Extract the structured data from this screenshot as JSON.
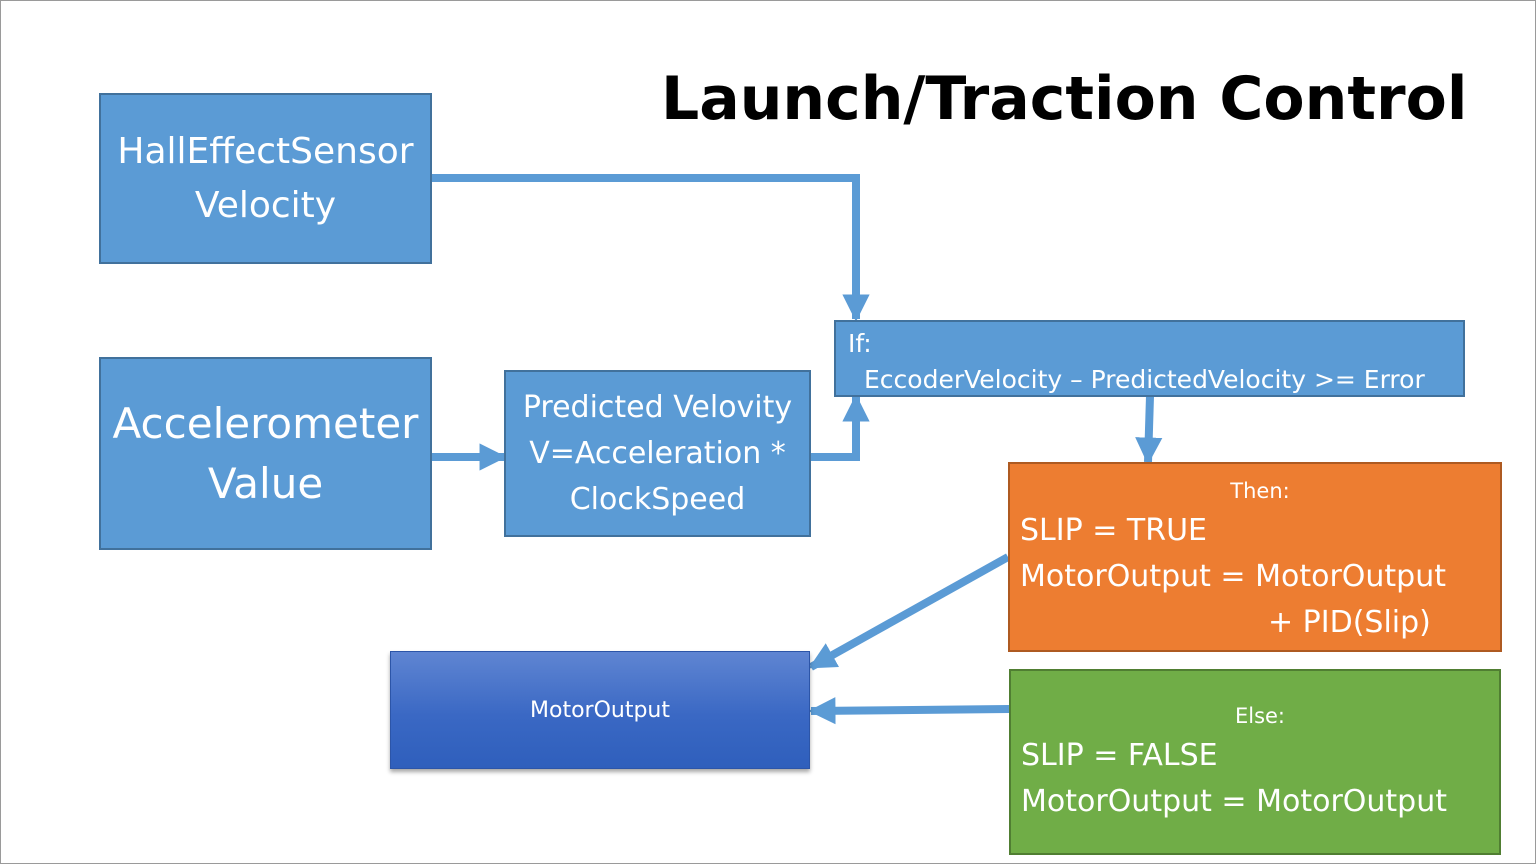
{
  "title": "Launch/Traction Control",
  "colors": {
    "box_blue": "#5b9bd5",
    "then_orange": "#ed7d31",
    "else_green": "#70ad47",
    "motor_blue": "#3a68c4",
    "arrow": "#5b9bd5"
  },
  "nodes": {
    "hall_sensor": {
      "lines": [
        "HallEffectSensor",
        "Velocity"
      ]
    },
    "accelerometer": {
      "lines": [
        "Accelerometer",
        "Value"
      ]
    },
    "predicted": {
      "lines": [
        "Predicted Velovity",
        "V=Acceleration *",
        "ClockSpeed"
      ]
    },
    "condition": {
      "label": "If:",
      "expression": "EccoderVelocity – PredictedVelocity >= Error"
    },
    "then_branch": {
      "label": "Then:",
      "lines": [
        "SLIP = TRUE",
        "MotorOutput = MotorOutput",
        "+ PID(Slip)"
      ]
    },
    "else_branch": {
      "label": "Else:",
      "lines": [
        "SLIP = FALSE",
        "MotorOutput = MotorOutput"
      ]
    },
    "motor_output": {
      "label": "MotorOutput"
    }
  },
  "edges": [
    {
      "from": "hall_sensor",
      "to": "condition"
    },
    {
      "from": "accelerometer",
      "to": "predicted"
    },
    {
      "from": "predicted",
      "to": "condition"
    },
    {
      "from": "condition",
      "to": "then_branch"
    },
    {
      "from": "then_branch",
      "to": "motor_output"
    },
    {
      "from": "else_branch",
      "to": "motor_output"
    }
  ]
}
